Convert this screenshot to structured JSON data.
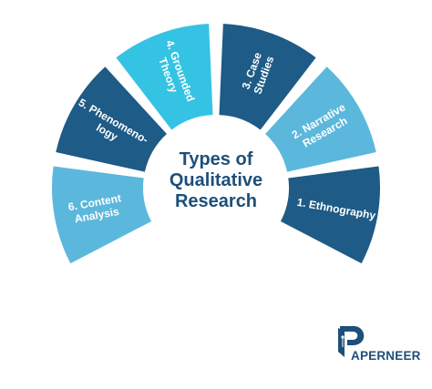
{
  "title_lines": [
    "Types of",
    "Qualitative",
    "Research"
  ],
  "segments": [
    {
      "label_lines": [
        "1. Ethnography"
      ],
      "color": "#1e5b86"
    },
    {
      "label_lines": [
        "2. Narrative",
        "Research"
      ],
      "color": "#5bb8dc"
    },
    {
      "label_lines": [
        "3. Case",
        "Studies"
      ],
      "color": "#1e5b86"
    },
    {
      "label_lines": [
        "4. Grounded",
        "Theory"
      ],
      "color": "#35c3e3"
    },
    {
      "label_lines": [
        "5. Phenomeno-",
        "logy"
      ],
      "color": "#1e5b86"
    },
    {
      "label_lines": [
        "6. Content",
        "Analysis"
      ],
      "color": "#5bb8dc"
    }
  ],
  "logo": {
    "text": "APERNEER",
    "icon": "pen-nib-p-icon",
    "color": "#1d4f7a"
  }
}
